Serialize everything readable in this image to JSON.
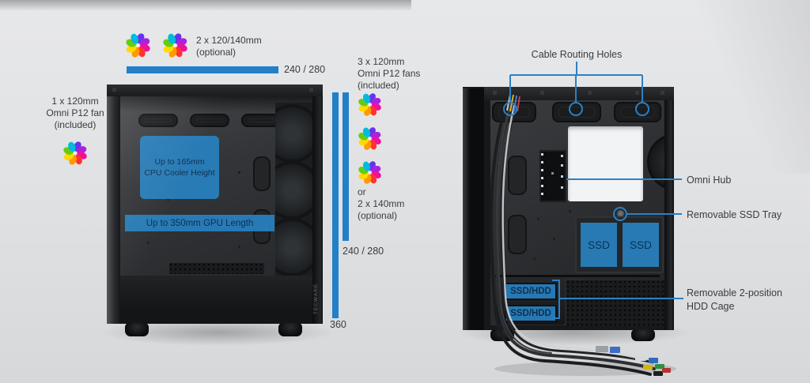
{
  "colors": {
    "accent_blue": "#2180c8",
    "overlay_blue": "#2a81c0",
    "note_text": "#3a3c3e",
    "overlay_text": "#0e3050"
  },
  "notes": {
    "front_fan": {
      "line1": "1 x 120mm",
      "line2": "Omni P12 fan",
      "line3": "(included)"
    },
    "top_fans": {
      "line1": "2 x 120/140mm",
      "line2": "(optional)"
    },
    "top_radiator_label": "240 / 280",
    "included_fans": {
      "line1": "3 x 120mm",
      "line2": "Omni P12 fans",
      "line3": "(included)"
    },
    "optional_fans": {
      "line1": "or",
      "line2": "2 x 140mm",
      "line3": "(optional)"
    },
    "front_radiator_short_label": "240 / 280",
    "front_radiator_long_label": "360"
  },
  "left_case": {
    "cpu_cooler": {
      "line1": "Up to 165mm",
      "line2": "CPU Cooler Height"
    },
    "gpu_length": "Up to 350mm GPU Length",
    "brand": "TECWARE"
  },
  "right_case": {
    "ssd_1": "SSD",
    "ssd_2": "SSD",
    "hdd_1": "SSD/HDD",
    "hdd_2": "SSD/HDD"
  },
  "callouts": {
    "cable_routing_holes": "Cable Routing Holes",
    "omni_hub": "Omni Hub",
    "ssd_tray": "Removable SSD Tray",
    "hdd_cage_line1": "Removable 2-position",
    "hdd_cage_line2": "HDD Cage"
  }
}
